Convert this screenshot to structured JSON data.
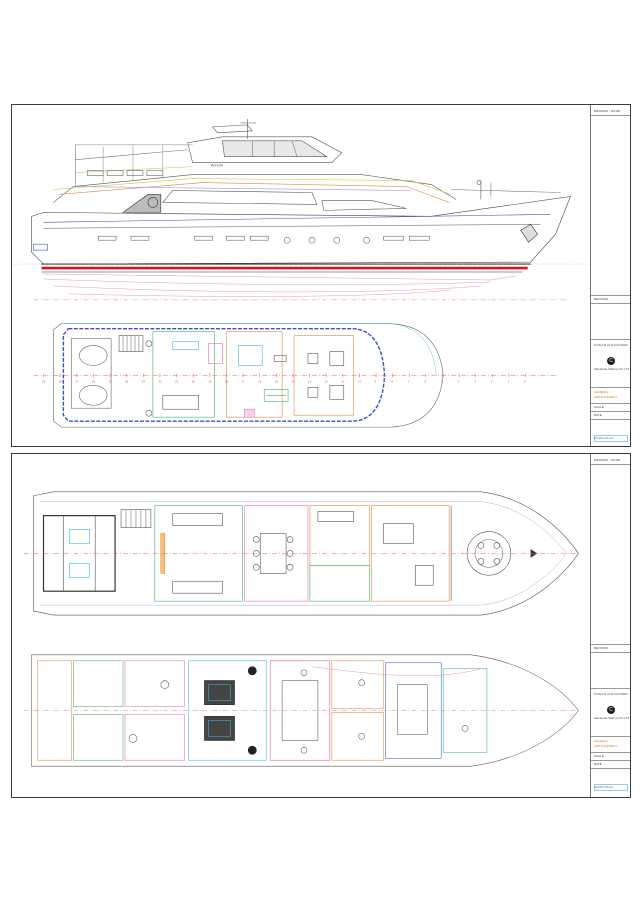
{
  "sheet1": {
    "profile_label": "WJ100",
    "station_numbers": [
      "29",
      "28",
      "27",
      "26",
      "25",
      "24",
      "23",
      "22",
      "21",
      "20",
      "19",
      "18",
      "17",
      "16",
      "15",
      "14",
      "13",
      "12",
      "11",
      "10",
      "9",
      "8",
      "7",
      "6",
      "5",
      "4",
      "3",
      "2",
      "1",
      "0"
    ],
    "titleblock": {
      "drawing_no": "DRAWING : WJ100",
      "revision": "REVISION",
      "project": "OCEAN ALEXANDER",
      "company": "Alexander Marine CO.,LTD",
      "title_line1": "GENERAL",
      "title_line2": "ARRANGEMENT",
      "scale": "SCALE",
      "date": "DATE",
      "doc_no": "WJ100-GA-01"
    }
  },
  "sheet2": {
    "titleblock": {
      "drawing_no": "DRAWING : WJ100",
      "revision": "REVISION",
      "project": "OCEAN ALEXANDER",
      "company": "Alexander Marine CO.,LTD",
      "title_line1": "GENERAL",
      "title_line2": "ARRANGEMENT",
      "scale": "SCALE",
      "date": "DATE",
      "doc_no": "WJ100-GA-02"
    }
  },
  "colors": {
    "hull": "#555555",
    "boot_stripe": "#d4161a",
    "centerline": "#e0606a",
    "deck_blue": "#3a4fc8",
    "interior_orange": "#e08a3c",
    "interior_green": "#3bb36a",
    "interior_cyan": "#39b8d8",
    "interior_pink": "#e86fb5"
  }
}
